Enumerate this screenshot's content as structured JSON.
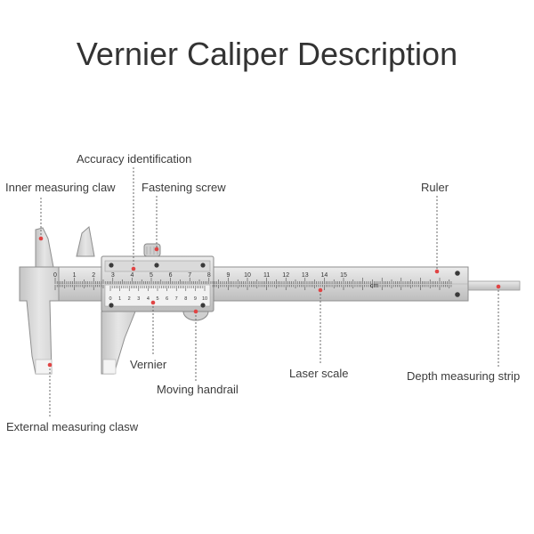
{
  "title": "Vernier Caliper Description",
  "labels": {
    "accuracy_identification": "Accuracy identification",
    "inner_measuring_claw": "Inner measuring claw",
    "fastening_screw": "Fastening screw",
    "ruler": "Ruler",
    "vernier": "Vernier",
    "moving_handrail": "Moving handrail",
    "laser_scale": "Laser scale",
    "depth_measuring_strip": "Depth measuring strip",
    "external_measuring_clasw": "External measuring clasw"
  },
  "main_scale": {
    "numbers": [
      "0",
      "1",
      "2",
      "3",
      "4",
      "5",
      "6",
      "7",
      "8",
      "9",
      "10",
      "11",
      "12",
      "13",
      "14",
      "15"
    ],
    "unit": "cm"
  },
  "vernier_scale": {
    "numbers": [
      "0",
      "1",
      "2",
      "3",
      "4",
      "5",
      "6",
      "7",
      "8",
      "9",
      "10"
    ]
  },
  "colors": {
    "steel_light": "#e3e3e3",
    "steel_mid": "#c9c9c9",
    "steel_dark": "#8d8d8d",
    "leader": "#6a6a6a",
    "marker": "#e04444",
    "text": "#3c3c3c"
  }
}
